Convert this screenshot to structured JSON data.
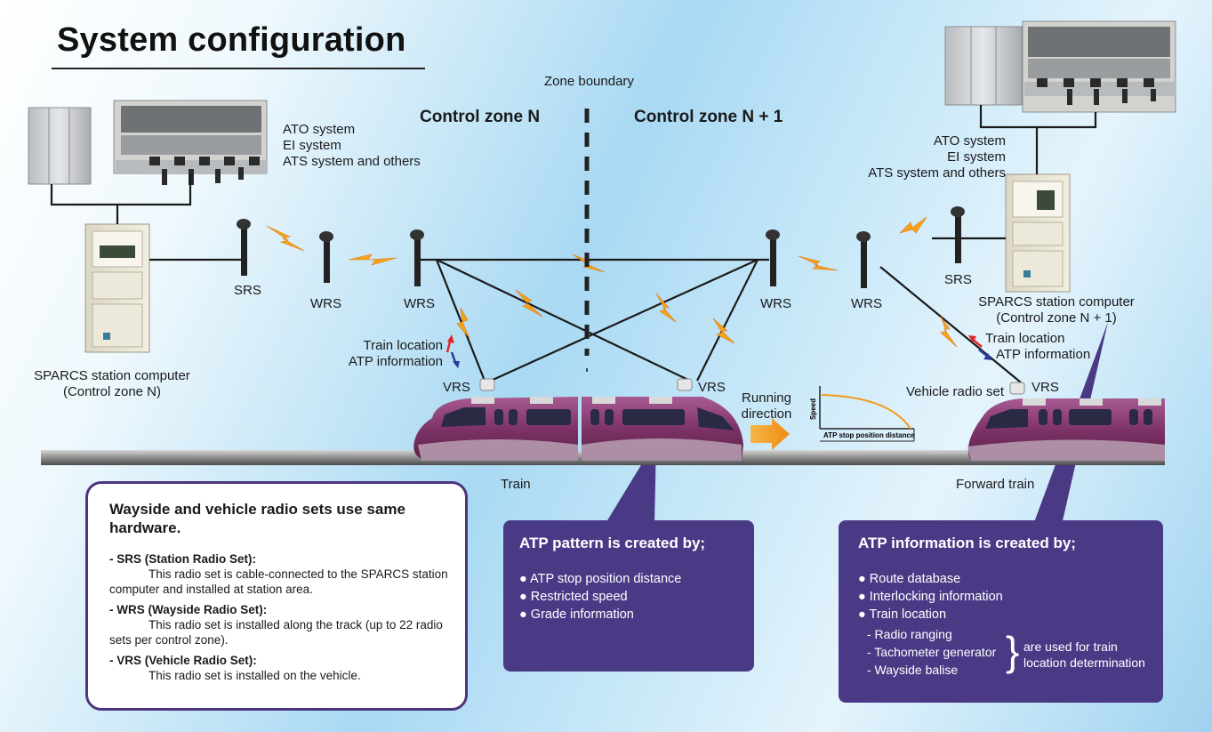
{
  "title": "System configuration",
  "zone_boundary": "Zone boundary",
  "zones": {
    "left": "Control zone N",
    "right": "Control zone N + 1"
  },
  "left_station": {
    "systems": [
      "ATO system",
      "EI system",
      "ATS system and others"
    ],
    "computer_line1": "SPARCS station computer",
    "computer_line2": "(Control zone N)"
  },
  "right_station": {
    "systems": [
      "ATO system",
      "EI system",
      "ATS system and others"
    ],
    "computer_line1": "SPARCS station computer",
    "computer_line2": "(Control zone N + 1)"
  },
  "radio_labels": {
    "srs": "SRS",
    "wrs": "WRS",
    "vrs": "VRS",
    "vehicle_radio_set": "Vehicle radio set"
  },
  "flow_labels": {
    "train_location": "Train location",
    "atp_information": "ATP information"
  },
  "running_direction": [
    "Running",
    "direction"
  ],
  "speed_chart": {
    "ylabel": "Speed",
    "xlabel": "ATP stop position distance"
  },
  "trains": {
    "train": "Train",
    "forward_train": "Forward train"
  },
  "hardware_box": {
    "heading": "Wayside and vehicle radio sets use same hardware.",
    "items": [
      {
        "term": "- SRS (Station Radio Set):",
        "desc": "This radio set is cable-connected to the SPARCS station computer and installed at station area."
      },
      {
        "term": "- WRS (Wayside Radio Set):",
        "desc": "This radio set is installed along the track (up to 22 radio sets per control zone)."
      },
      {
        "term": "- VRS (Vehicle Radio Set):",
        "desc": "This radio set is installed on the vehicle."
      }
    ]
  },
  "atp_pattern": {
    "heading": "ATP pattern is created by;",
    "items": [
      "● ATP stop position distance",
      "● Restricted speed",
      "● Grade information"
    ]
  },
  "atp_info": {
    "heading": "ATP information is created by;",
    "items": [
      "● Route database",
      "● Interlocking information",
      "● Train location"
    ],
    "sub_items": [
      "- Radio ranging",
      "- Tachometer generator",
      "- Wayside balise"
    ],
    "brace_text": [
      "are used for train",
      "location determination"
    ]
  },
  "colors": {
    "purple": "#4a3a86",
    "train": "#8a3a72",
    "lightning": "#f6a21a",
    "arrow_red": "#e0262b",
    "arrow_blue": "#2a3a9a",
    "direction_arrow": "#f39a1e"
  }
}
